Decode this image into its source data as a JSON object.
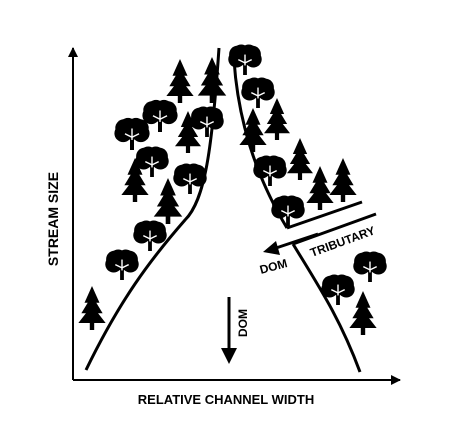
{
  "axes": {
    "x_label": "RELATIVE CHANNEL WIDTH",
    "y_label": "STREAM SIZE"
  },
  "labels": {
    "dom_side": "DOM",
    "dom_down": "DOM",
    "tributary": "TRIBUTARY"
  },
  "colors": {
    "ink": "#000000",
    "background": "#ffffff"
  }
}
